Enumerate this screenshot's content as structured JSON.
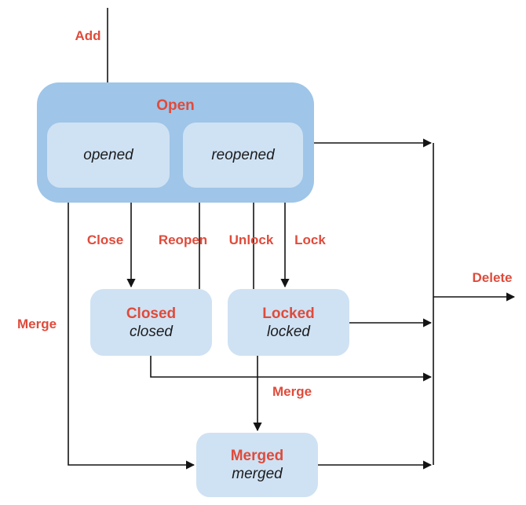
{
  "colors": {
    "open_container_fill": "#9fc5e8",
    "state_box_fill": "#cfe2f3",
    "label_red": "#df4b3b",
    "state_text": "#1c1c1e",
    "edge_line": "#141414",
    "background": "#ffffff"
  },
  "nodes": {
    "open": {
      "title": "Open",
      "substates": {
        "opened": "opened",
        "reopened": "reopened"
      }
    },
    "closed": {
      "title": "Closed",
      "state": "closed"
    },
    "locked": {
      "title": "Locked",
      "state": "locked"
    },
    "merged": {
      "title": "Merged",
      "state": "merged"
    }
  },
  "transitions": {
    "add": "Add",
    "close": "Close",
    "reopen": "Reopen",
    "unlock": "Unlock",
    "lock": "Lock",
    "merge_from_open": "Merge",
    "merge_from_locked": "Merge",
    "delete": "Delete"
  }
}
